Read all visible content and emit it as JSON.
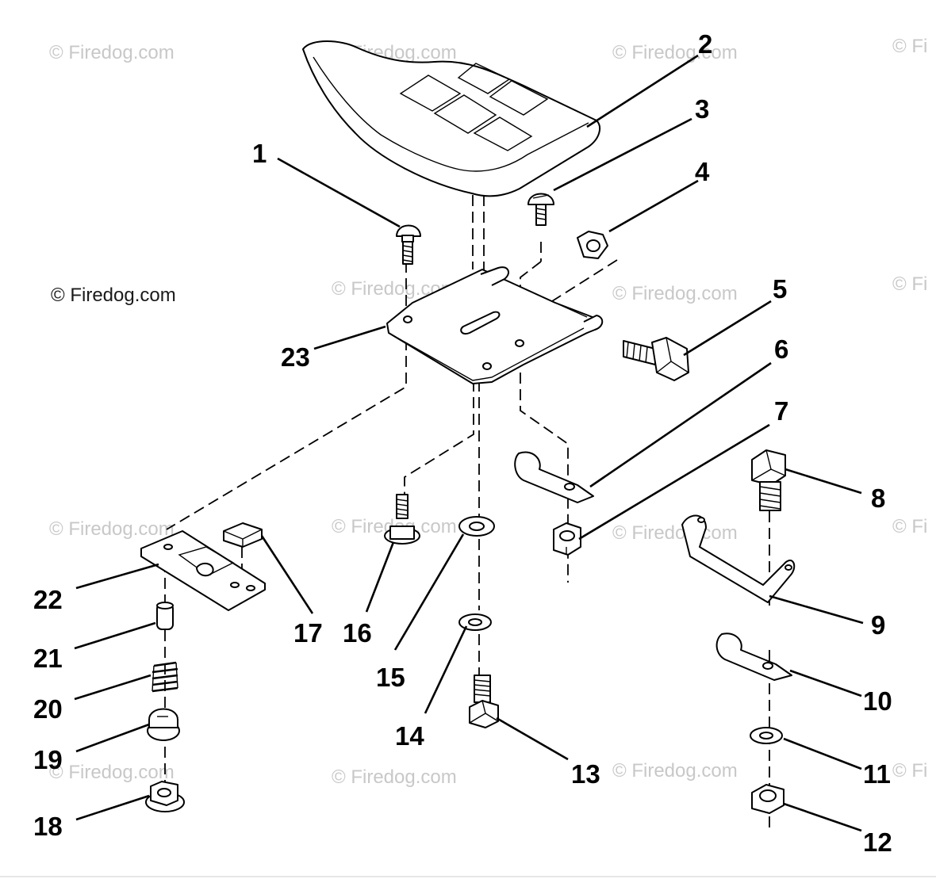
{
  "watermark": {
    "text": "© Firedog.com",
    "cutoff_text": "© Fi"
  },
  "callouts": [
    "1",
    "2",
    "3",
    "4",
    "5",
    "6",
    "7",
    "8",
    "9",
    "10",
    "11",
    "12",
    "13",
    "14",
    "15",
    "16",
    "17",
    "18",
    "19",
    "20",
    "21",
    "22",
    "23"
  ],
  "colors": {
    "ink": "#000000",
    "watermark": "#c8c8c8",
    "background": "#ffffff"
  }
}
